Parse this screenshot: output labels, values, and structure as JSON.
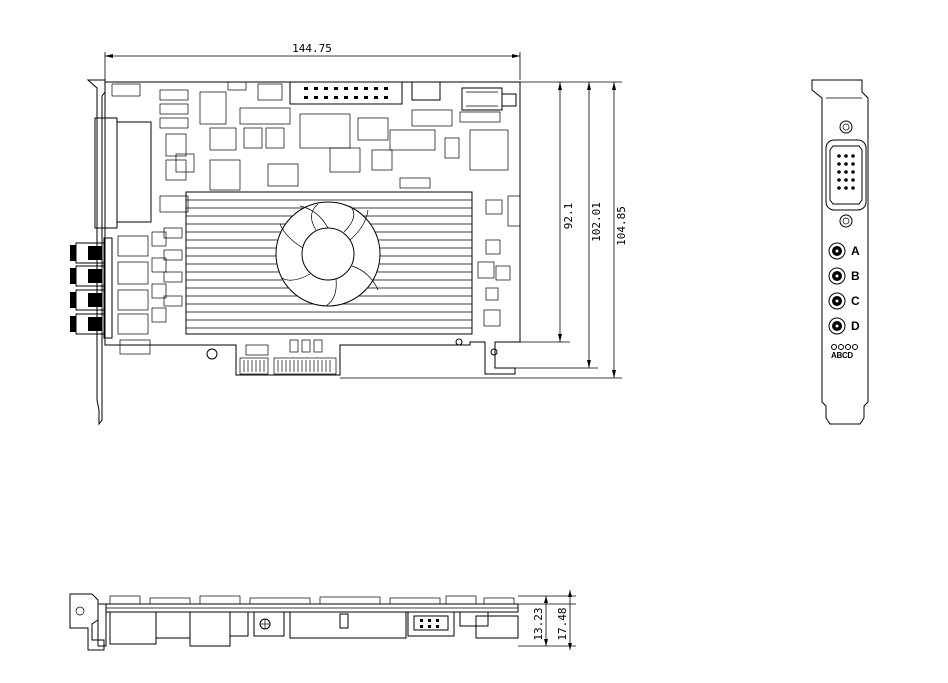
{
  "dimensions": {
    "board_length": "144.75",
    "height_1": "92.1",
    "height_2": "102.01",
    "height_3": "104.85",
    "thickness_1": "13.23",
    "thickness_2": "17.48"
  },
  "bracket": {
    "port_labels": [
      "A",
      "B",
      "C",
      "D"
    ],
    "led_labels": "ABCD"
  }
}
